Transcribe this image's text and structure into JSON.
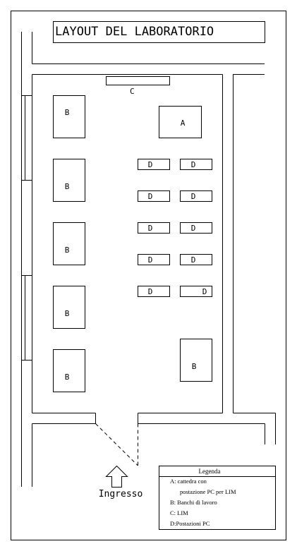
{
  "title": "LAYOUT DEL LABORATORIO",
  "labels": {
    "A": "A",
    "B": "B",
    "C": "C",
    "D": "D"
  },
  "entrance": {
    "label": "Ingresso"
  },
  "legend": {
    "title": "Legenda",
    "items": [
      "A: cattedra con",
      "postazione PC per LIM",
      "B: Banchi di lavoro",
      "C: LIM",
      "D:Postazioni PC"
    ]
  }
}
